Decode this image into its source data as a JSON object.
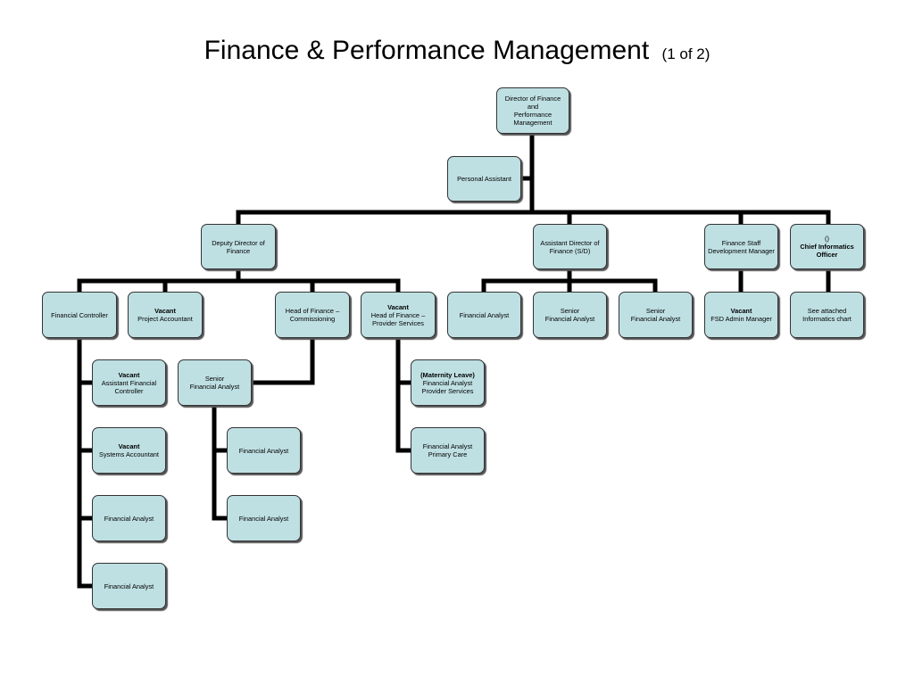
{
  "title": "Finance & Performance Management",
  "subtitle": "(1 of 2)",
  "nodes": {
    "director": {
      "lines": [
        "Director of Finance and",
        "Performance Management"
      ]
    },
    "pa": {
      "lines": [
        "Personal Assistant"
      ]
    },
    "deputy": {
      "lines": [
        "Deputy Director of",
        "Finance"
      ]
    },
    "asst_dir": {
      "lines": [
        "Assistant Director of",
        "Finance (S/D)"
      ]
    },
    "staff_dev": {
      "lines": [
        "Finance Staff",
        "Development Manager"
      ]
    },
    "cio": {
      "bold": "() Chief Informatics Officer",
      "bold_lines": [
        "()",
        "Chief Informatics",
        "Officer"
      ]
    },
    "fin_controller": {
      "lines": [
        "Financial Controller"
      ]
    },
    "proj_acct": {
      "bold": "Vacant",
      "lines": [
        "Project Accountant"
      ]
    },
    "hof_comm": {
      "lines": [
        "Head of Finance –",
        "Commissioning"
      ]
    },
    "hof_prov": {
      "bold": "Vacant",
      "lines": [
        "Head of Finance –",
        "Provider Services"
      ]
    },
    "ad_fa1": {
      "lines": [
        "Financial Analyst"
      ]
    },
    "ad_sfa1": {
      "lines": [
        "Senior",
        "Financial Analyst"
      ]
    },
    "ad_sfa2": {
      "lines": [
        "Senior",
        "Financial Analyst"
      ]
    },
    "fsd_admin": {
      "bold": "Vacant",
      "lines": [
        "FSD Admin Manager"
      ]
    },
    "see_attached": {
      "lines": [
        "See attached",
        "Informatics chart"
      ]
    },
    "asst_fin_ctrl": {
      "bold": "Vacant",
      "lines": [
        "Assistant Financial",
        "Controller"
      ]
    },
    "sys_acct": {
      "bold": "Vacant",
      "lines": [
        "Systems Accountant"
      ]
    },
    "fc_fa1": {
      "lines": [
        "Financial Analyst"
      ]
    },
    "fc_fa2": {
      "lines": [
        "Financial Analyst"
      ]
    },
    "comm_sfa": {
      "lines": [
        "Senior",
        "Financial Analyst"
      ]
    },
    "comm_fa1": {
      "lines": [
        "Financial Analyst"
      ]
    },
    "comm_fa2": {
      "lines": [
        "Financial Analyst"
      ]
    },
    "mat_leave": {
      "bold": "(Maternity Leave)",
      "lines": [
        "Financial Analyst",
        "Provider Services"
      ]
    },
    "prim_care": {
      "lines": [
        "Financial Analyst",
        "Primary Care"
      ]
    }
  },
  "colors": {
    "box_fill": "#bfe0e3",
    "connector": "#000000"
  }
}
